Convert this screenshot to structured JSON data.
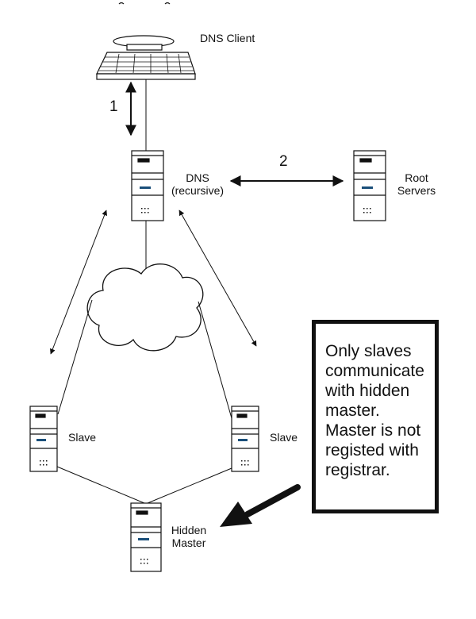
{
  "nodes": {
    "dns_client": {
      "label": "DNS Client"
    },
    "dns_recursive": {
      "line1": "DNS",
      "line2": "(recursive)"
    },
    "root_servers": {
      "line1": "Root",
      "line2": "Servers"
    },
    "slave_left": {
      "label": "Slave"
    },
    "slave_right": {
      "label": "Slave"
    },
    "hidden_master": {
      "line1": "Hidden",
      "line2": "Master"
    }
  },
  "steps": {
    "step1": "1",
    "step2": "2"
  },
  "note": {
    "lines": [
      "Only slaves",
      "communicate",
      "with hidden",
      "master.",
      "Master is not",
      "registed with",
      "registrar."
    ]
  },
  "colors": {
    "ink": "#111111",
    "accent": "#1a4f7a"
  }
}
